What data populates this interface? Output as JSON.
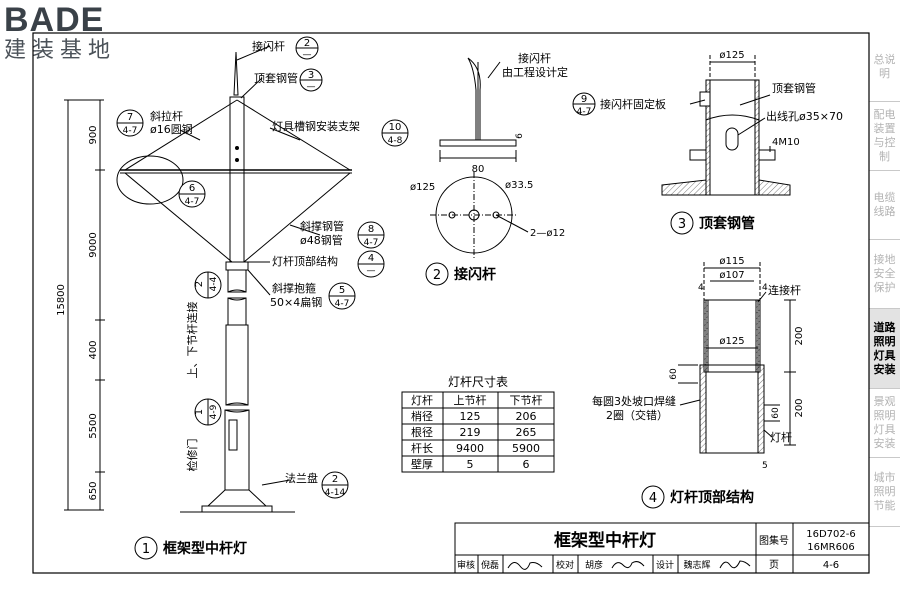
{
  "logo": {
    "brand": "BADE",
    "subtitle": "建装基地"
  },
  "sidebar": {
    "items": [
      {
        "label": "总说明"
      },
      {
        "label": "配电装置与控制"
      },
      {
        "label": "电缆线路"
      },
      {
        "label": "接地安全保护"
      },
      {
        "label": "道路照明灯具安装",
        "active": true
      },
      {
        "label": "景观照明灯具安装"
      },
      {
        "label": "城市照明节能"
      }
    ]
  },
  "fig1": {
    "labels": {
      "lightning_rod": "接闪杆",
      "lightning_rod_ref": "2",
      "lightning_rod_sub": "—",
      "top_sleeve": "顶套钢管",
      "top_sleeve_ref": "3",
      "top_sleeve_sub": "—",
      "tie_rod": "斜拉杆",
      "tie_rod_spec": "ø16圆钢",
      "tie_rod_ref": "7",
      "tie_rod_sub": "4-7",
      "frame_bracket": "灯具槽钢安装支架",
      "frame_bracket_ref": "10",
      "frame_bracket_sub": "4-8",
      "detail6_ref": "6",
      "detail6_sub": "4-7",
      "brace_tube": "斜撑钢管",
      "brace_tube_spec": "ø48钢管",
      "brace_tube_ref": "8",
      "brace_tube_sub": "4-7",
      "pole_top": "灯杆顶部结构",
      "pole_top_ref": "4",
      "pole_top_sub": "—",
      "brace_hoop": "斜撑抱箍",
      "brace_hoop_spec": "50×4扁钢",
      "brace_hoop_ref": "5",
      "brace_hoop_sub": "4-7",
      "joint_ref": "2",
      "joint_sub": "4-4",
      "joint_text": "上、下节杆连接",
      "door_ref": "1",
      "door_sub": "4-9",
      "door_text": "检修门",
      "flange": "法兰盘",
      "flange_ref": "2",
      "flange_sub": "4-14"
    },
    "dims": {
      "d900": "900",
      "d9000": "9000",
      "d15800": "15800",
      "d400": "400",
      "d5500": "5500",
      "d650": "650"
    },
    "caption_no": "1",
    "caption": "框架型中杆灯"
  },
  "fig2": {
    "label1": "接闪杆",
    "label2": "由工程设计定",
    "dim80": "80",
    "dim6": "6",
    "dia125": "ø125",
    "dia335": "ø33.5",
    "holes": "2—ø12",
    "caption_no": "2",
    "caption": "接闪杆"
  },
  "fig3": {
    "dia125": "ø125",
    "label_sleeve": "顶套钢管",
    "plate": "接闪杆固定板",
    "plate_ref": "9",
    "plate_sub": "4-7",
    "hole": "出线孔ø35×70",
    "bolt": "4M10",
    "caption_no": "3",
    "caption": "顶套钢管"
  },
  "fig4": {
    "dia115": "ø115",
    "dia107": "ø107",
    "t4": "4",
    "rod": "连接杆",
    "dia125": "ø125",
    "d200a": "200",
    "d200b": "200",
    "d60a": "60",
    "d60b": "60",
    "weld1": "每圆3处坡口焊缝",
    "weld2": "2圈（交错）",
    "pole": "灯杆",
    "t5": "5",
    "caption_no": "4",
    "caption": "灯杆顶部结构"
  },
  "table": {
    "title": "灯杆尺寸表",
    "headers": [
      "灯杆",
      "上节杆",
      "下节杆"
    ],
    "rows": [
      [
        "梢径",
        "125",
        "206"
      ],
      [
        "根径",
        "219",
        "265"
      ],
      [
        "杆长",
        "9400",
        "5900"
      ],
      [
        "壁厚",
        "5",
        "6"
      ]
    ]
  },
  "titleblock": {
    "title": "框架型中杆灯",
    "atlas_label": "图集号",
    "atlas1": "16D702-6",
    "atlas2": "16MR606",
    "review": "审核",
    "reviewer": "倪磊",
    "check": "校对",
    "checker": "胡彦",
    "design": "设计",
    "designer": "魏志辉",
    "page_label": "页",
    "page": "4-6"
  }
}
